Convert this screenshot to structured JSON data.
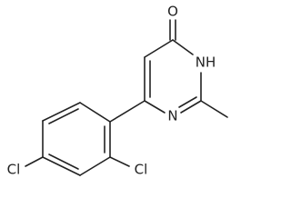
{
  "molecule": {
    "atoms": {
      "oxygen": "O",
      "nh": "NH",
      "n_ring": "N",
      "cl_para": "Cl",
      "cl_ortho": "Cl"
    }
  }
}
